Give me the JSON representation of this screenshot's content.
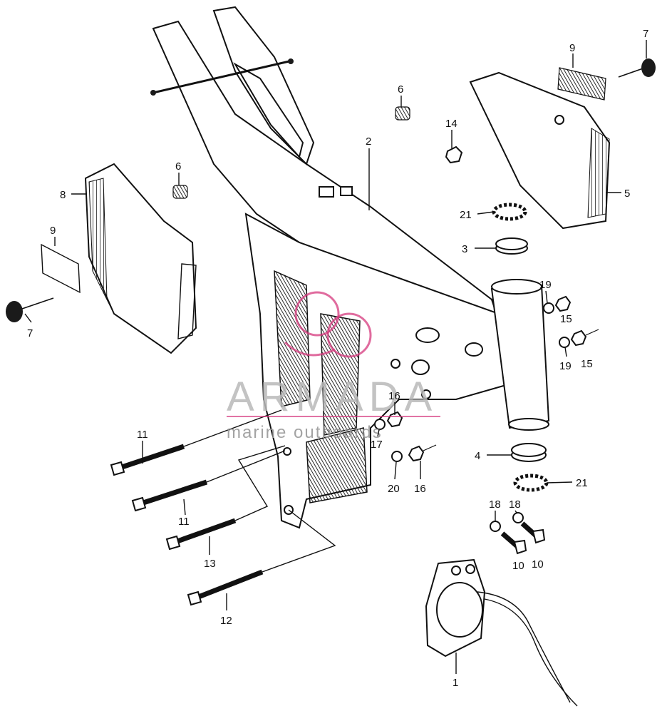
{
  "callouts": {
    "p1": "1",
    "p2": "2",
    "p3": "3",
    "p4": "4",
    "p5": "5",
    "p6a": "6",
    "p6b": "6",
    "p7a": "7",
    "p7b": "7",
    "p8": "8",
    "p9a": "9",
    "p9b": "9",
    "p10a": "10",
    "p10b": "10",
    "p11a": "11",
    "p11b": "11",
    "p12": "12",
    "p13": "13",
    "p14": "14",
    "p15a": "15",
    "p15b": "15",
    "p16a": "16",
    "p16b": "16",
    "p17": "17",
    "p18a": "18",
    "p18b": "18",
    "p19a": "19",
    "p19b": "19",
    "p20": "20",
    "p21a": "21",
    "p21b": "21"
  },
  "watermark": {
    "brand": "ARMADA",
    "tagline": "marine outboards",
    "logo_color": "#d6397e"
  }
}
